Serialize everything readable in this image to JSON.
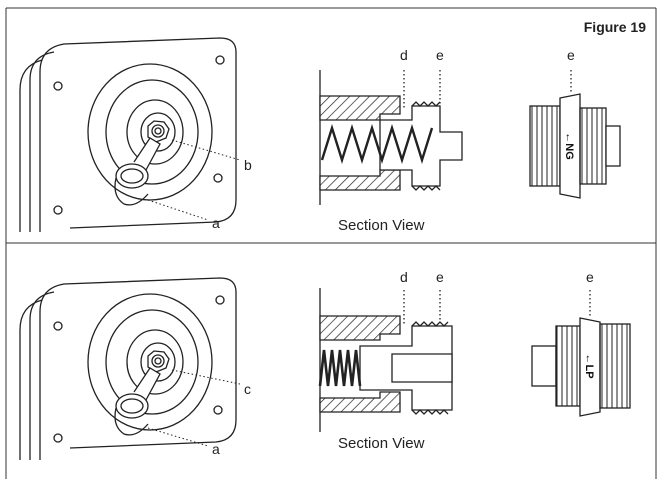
{
  "figure": {
    "title": "Figure 19"
  },
  "rows": [
    {
      "callouts": {
        "body": "a",
        "fitting": "b",
        "d": "d",
        "e_section": "e",
        "e_part": "e"
      },
      "section_caption": "Section View",
      "part_stamp": "←NG",
      "spring": "coarse"
    },
    {
      "callouts": {
        "body": "a",
        "fitting": "c",
        "d": "d",
        "e_section": "e",
        "e_part": "e"
      },
      "section_caption": "Section View",
      "part_stamp": "←LP",
      "spring": "fine"
    }
  ]
}
